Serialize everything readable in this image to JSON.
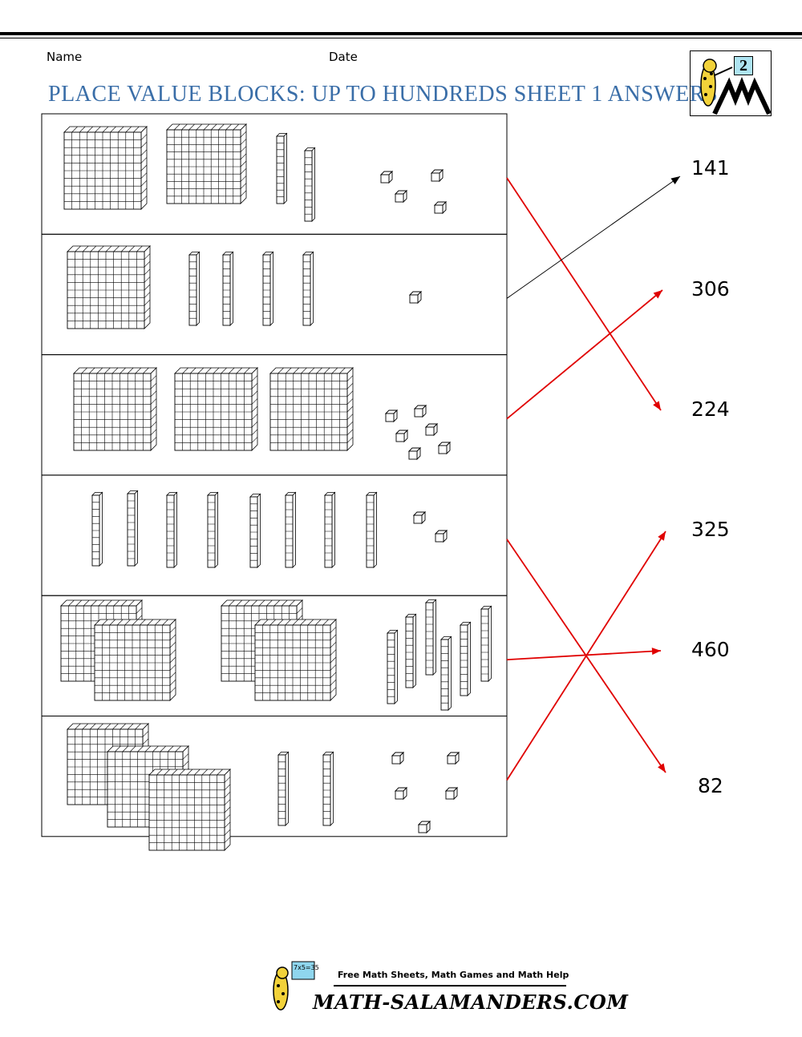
{
  "header": {
    "name_label": "Name",
    "date_label": "Date",
    "title": "PLACE VALUE BLOCKS: UP TO HUNDREDS SHEET 1 ANSWERS",
    "logo_number": "2"
  },
  "rows": [
    {
      "hundreds": 2,
      "tens": 2,
      "ones": 4
    },
    {
      "hundreds": 1,
      "tens": 4,
      "ones": 1
    },
    {
      "hundreds": 3,
      "tens": 0,
      "ones": 6
    },
    {
      "hundreds": 0,
      "tens": 8,
      "ones": 2
    },
    {
      "hundreds": 4,
      "tens": 6,
      "ones": 0
    },
    {
      "hundreds": 3,
      "tens": 2,
      "ones": 5
    }
  ],
  "answers": [
    "141",
    "306",
    "224",
    "325",
    "460",
    "82"
  ],
  "matches": [
    {
      "row": 1,
      "answer": "224",
      "color": "#e00000"
    },
    {
      "row": 2,
      "answer": "141",
      "color": "#000000"
    },
    {
      "row": 3,
      "answer": "306",
      "color": "#e00000"
    },
    {
      "row": 4,
      "answer": "82",
      "color": "#e00000"
    },
    {
      "row": 5,
      "answer": "460",
      "color": "#e00000"
    },
    {
      "row": 6,
      "answer": "325",
      "color": "#e00000"
    }
  ],
  "footer": {
    "tagline": "Free Math Sheets, Math Games and Math Help",
    "site": "MATH-SALAMANDERS.COM",
    "badge": "7x5=35"
  }
}
